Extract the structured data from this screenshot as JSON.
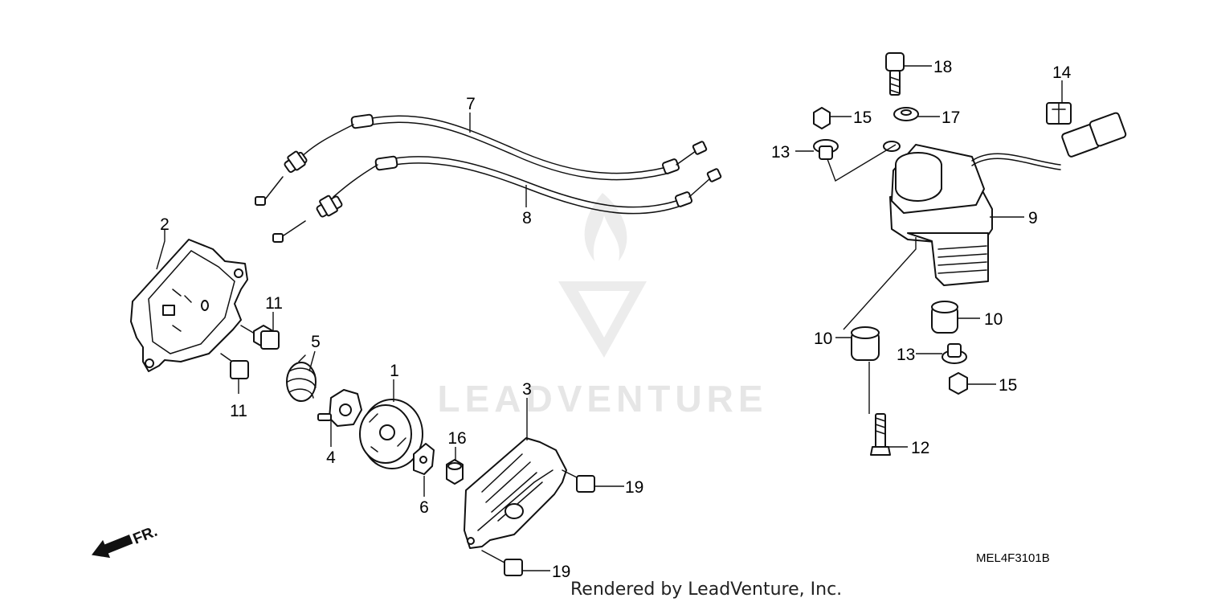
{
  "watermark": {
    "text": "LEADVENTURE"
  },
  "callouts": {
    "c1": "1",
    "c2": "2",
    "c3": "3",
    "c4": "4",
    "c5": "5",
    "c6": "6",
    "c7": "7",
    "c8": "8",
    "c9": "9",
    "c10a": "10",
    "c10b": "10",
    "c11a": "11",
    "c11b": "11",
    "c12": "12",
    "c13a": "13",
    "c13b": "13",
    "c14": "14",
    "c15a": "15",
    "c15b": "15",
    "c16": "16",
    "c17": "17",
    "c18": "18",
    "c19a": "19",
    "c19b": "19"
  },
  "direction": {
    "label": "FR."
  },
  "diagram_code": "MEL4F3101B",
  "credit": "Rendered by LeadVenture, Inc.",
  "colors": {
    "line": "#111111",
    "watermark": "#e6e6e6",
    "background": "#ffffff"
  }
}
